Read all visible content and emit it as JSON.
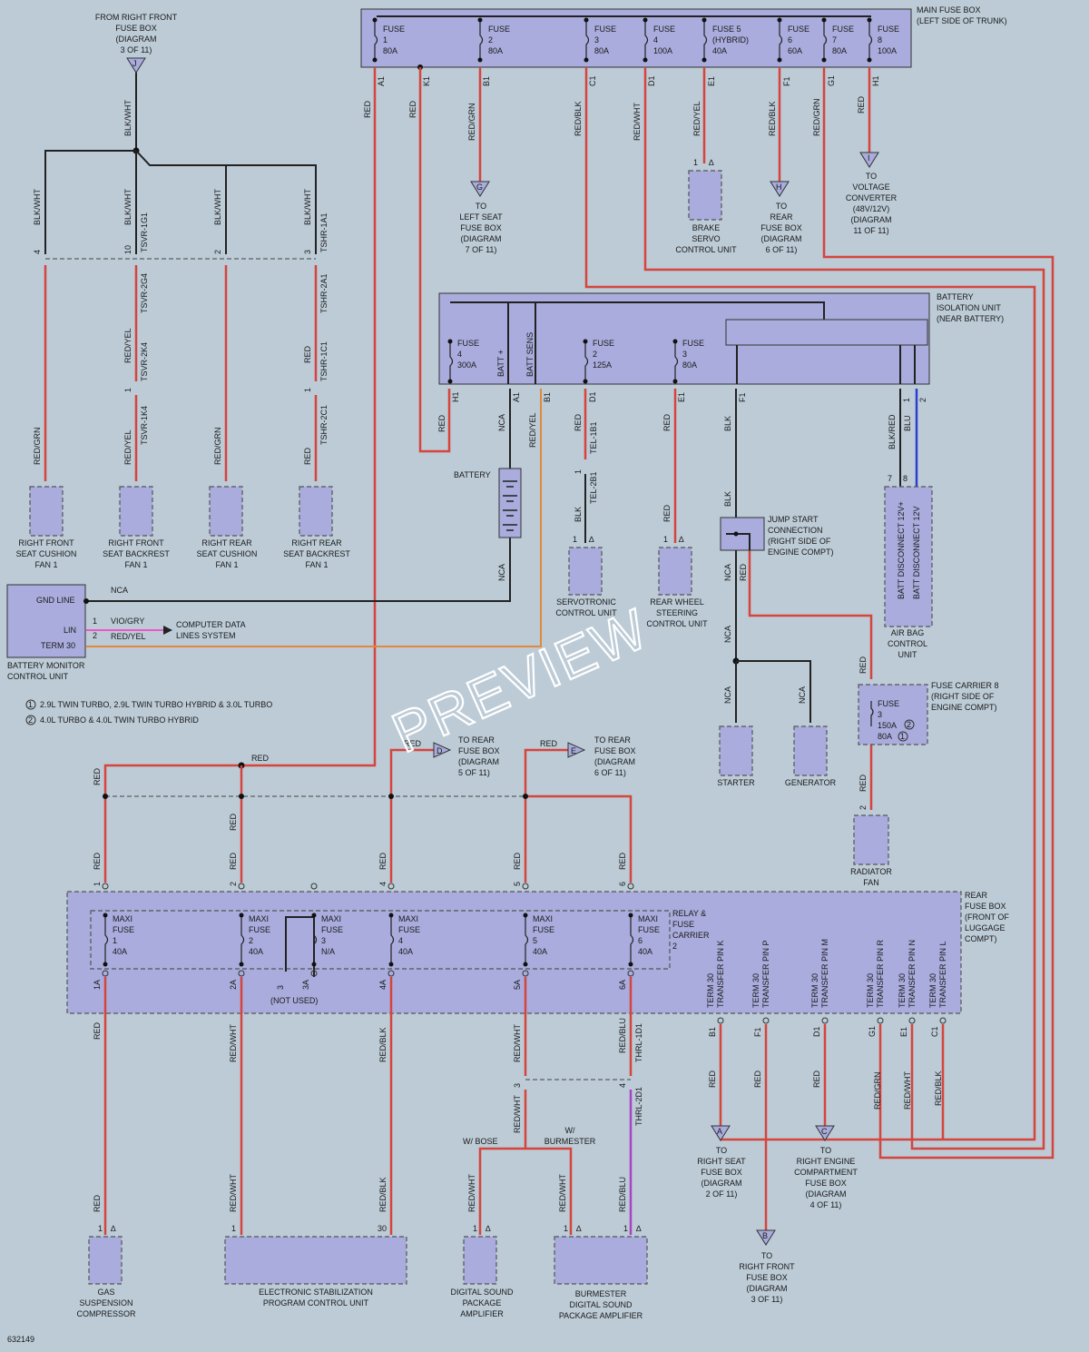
{
  "main_fuse_box": {
    "title": "MAIN FUSE BOX\n(LEFT SIDE OF TRUNK)",
    "fuses": [
      {
        "name": "FUSE\n1",
        "rating": "80A",
        "pin": "A1",
        "wire": "RED"
      },
      {
        "name": "FUSE\n2",
        "rating": "80A",
        "pin": "B1",
        "wire": "RED/GRN"
      },
      {
        "name": "FUSE\n3",
        "rating": "80A",
        "pin": "C1",
        "wire": "RED/BLK"
      },
      {
        "name": "FUSE\n4",
        "rating": "100A",
        "pin": "D1",
        "wire": "RED/WHT"
      },
      {
        "name": "FUSE 5\n(HYBRID)",
        "rating": "40A",
        "pin": "E1",
        "wire": "RED/YEL"
      },
      {
        "name": "FUSE\n6",
        "rating": "60A",
        "pin": "F1",
        "wire": "RED/BLK"
      },
      {
        "name": "FUSE\n7",
        "rating": "80A",
        "pin": "G1",
        "wire": "RED/GRN"
      },
      {
        "name": "FUSE\n8",
        "rating": "100A",
        "pin": "H1",
        "wire": "RED"
      }
    ],
    "k1_pin": "K1",
    "k1_wire": "RED"
  },
  "top_left": {
    "source": "FROM RIGHT FRONT\nFUSE BOX\n(DIAGRAM\n3 OF 11)",
    "source_flag": "J",
    "wire": "BLK/WHT",
    "branch_wires": [
      "BLK/WHT",
      "BLK/WHT",
      "BLK/WHT",
      "BLK/WHT"
    ],
    "pins": [
      "4",
      "10",
      "2",
      "3"
    ],
    "connectors": [
      "TSVR-1G1",
      "TSVR-2G4",
      "TSVR-2K4",
      "TSVR-1K4",
      "TSHR-1A1",
      "TSHR-2A1",
      "TSHR-1C1",
      "TSHR-2C1"
    ],
    "lower_wires": [
      "RED/GRN",
      "RED/YEL",
      "RED/YEL",
      "RED/GRN",
      "RED",
      "RED"
    ],
    "pin_1": "1",
    "fans": [
      "RIGHT FRONT\nSEAT CUSHION\nFAN 1",
      "RIGHT FRONT\nSEAT BACKREST\nFAN 1",
      "RIGHT REAR\nSEAT CUSHION\nFAN 1",
      "RIGHT REAR\nSEAT BACKREST\nFAN 1"
    ]
  },
  "left_seat": {
    "flag": "G",
    "label": "TO\nLEFT SEAT\nFUSE BOX\n(DIAGRAM\n7 OF 11)"
  },
  "brake": {
    "label": "BRAKE\nSERVO\nCONTROL UNIT",
    "pin_a": "1",
    "pin_b": "∆"
  },
  "rear_fuse_h": {
    "flag": "H",
    "label": "TO\nREAR\nFUSE BOX\n(DIAGRAM\n6 OF 11)"
  },
  "voltage_conv": {
    "flag": "I",
    "label": "TO\nVOLTAGE\nCONVERTER\n(48V/12V)\n(DIAGRAM\n11 OF 11)"
  },
  "bat_isolation": {
    "title": "BATTERY\nISOLATION UNIT\n(NEAR BATTERY)",
    "fuses": [
      {
        "name": "FUSE\n4",
        "rating": "300A",
        "pin": "H1",
        "wire": "RED"
      },
      {
        "name": "FUSE\n2",
        "rating": "125A",
        "pin": "D1",
        "wire": "RED"
      },
      {
        "name": "FUSE\n3",
        "rating": "80A",
        "pin": "E1",
        "wire": "RED"
      }
    ],
    "batt_plus": "BATT +",
    "batt_sens": "BATT SENS",
    "pins": [
      "A1",
      "B1",
      "F1",
      "1",
      "2"
    ],
    "wires": [
      "NCA",
      "RED/YEL",
      "BLK",
      "BLK/RED",
      "BLU"
    ]
  },
  "battery": {
    "label": "BATTERY",
    "wire_below": "NCA"
  },
  "tel": {
    "conn_a": "TEL-1B1",
    "conn_b": "TEL-2B1",
    "pin": "1",
    "wire": "BLK"
  },
  "servotronic": {
    "label": "SERVOTRONIC\nCONTROL UNIT",
    "pin_a": "1",
    "pin_b": "∆"
  },
  "rear_wheel": {
    "label": "REAR WHEEL\nSTEERING\nCONTROL UNIT",
    "wire": "RED",
    "pin_a": "1",
    "pin_b": "∆"
  },
  "jump_start": {
    "label": "JUMP START\nCONNECTION\n(RIGHT SIDE OF\nENGINE COMPT)",
    "wire_top": "BLK",
    "wires_below": [
      "NCA",
      "RED"
    ]
  },
  "airbag": {
    "label": "AIR BAG\nCONTROL\nUNIT",
    "pins": [
      "7",
      "8"
    ],
    "text_a": "BATT DISCONNECT 12V+",
    "text_b": "BATT DISCONNECT 12V"
  },
  "fuse_carrier8": {
    "label": "FUSE CARRIER 8\n(RIGHT SIDE OF\nENGINE COMPT)",
    "fuse": "FUSE\n3",
    "r1": "150A",
    "r2": "80A",
    "n1": "2",
    "n2": "1",
    "wire_in": "RED",
    "wire_out": "RED",
    "pin": "2"
  },
  "radiator": {
    "label": "RADIATOR\nFAN"
  },
  "starter": {
    "label": "STARTER",
    "wire": "NCA"
  },
  "generator": {
    "label": "GENERATOR",
    "wire": "NCA"
  },
  "battery_monitor": {
    "label": "BATTERY MONITOR\nCONTROL UNIT",
    "pins": [
      "GND LINE",
      "LIN",
      "TERM 30"
    ],
    "pin_nums": [
      "1",
      "2"
    ],
    "wires": [
      "NCA",
      "VIO/GRY",
      "RED/YEL"
    ],
    "data_lines": "COMPUTER DATA\nLINES SYSTEM"
  },
  "notes": [
    {
      "num": "1",
      "text": "2.9L TWIN TURBO, 2.9L TWIN TURBO HYBRID & 3.0L TURBO"
    },
    {
      "num": "2",
      "text": "4.0L TURBO & 4.0L TWIN TURBO HYBRID"
    }
  ],
  "rear_links": [
    {
      "flag": "D",
      "label": "TO REAR\nFUSE BOX\n(DIAGRAM\n5 OF 11)",
      "wire": "RED"
    },
    {
      "flag": "E",
      "label": "TO REAR\nFUSE BOX\n(DIAGRAM\n6 OF 11)",
      "wire": "RED"
    }
  ],
  "top_red": "RED",
  "rear_fuse_box": {
    "title": "REAR\nFUSE BOX\n(FRONT OF\nLUGGAGE\nCOMPT)",
    "relay": "RELAY &\nFUSE\nCARRIER\n2",
    "inputs": [
      "1",
      "2",
      "4",
      "5",
      "6"
    ],
    "input_wires": [
      "RED",
      "RED",
      "RED",
      "RED",
      "RED"
    ],
    "maxi": [
      {
        "name": "MAXI\nFUSE\n1",
        "rating": "40A",
        "out": "1A"
      },
      {
        "name": "MAXI\nFUSE\n2",
        "rating": "40A",
        "out": "2A"
      },
      {
        "name": "MAXI\nFUSE\n3",
        "rating": "N/A",
        "out": "3A"
      },
      {
        "name": "MAXI\nFUSE\n4",
        "rating": "40A",
        "out": "4A"
      },
      {
        "name": "MAXI\nFUSE\n5",
        "rating": "40A",
        "out": "5A"
      },
      {
        "name": "MAXI\nFUSE\n6",
        "rating": "40A",
        "out": "6A"
      }
    ],
    "pin_3": "3",
    "not_used": "(NOT USED)",
    "term30": [
      {
        "label": "TERM 30\nTRANSFER PIN K",
        "pin": "B1",
        "wire": "RED"
      },
      {
        "label": "TERM 30\nTRANSFER PIN P",
        "pin": "F1",
        "wire": "RED"
      },
      {
        "label": "TERM 30\nTRANSFER PIN M",
        "pin": "D1",
        "wire": "RED"
      },
      {
        "label": "TERM 30\nTRANSFER PIN R",
        "pin": "G1",
        "wire": "RED/GRN"
      },
      {
        "label": "TERM 30\nTRANSFER PIN N",
        "pin": "E1",
        "wire": "RED/WHT"
      },
      {
        "label": "TERM 30\nTRANSFER PIN L",
        "pin": "C1",
        "wire": "RED/BLK"
      }
    ]
  },
  "bottom": {
    "gas": {
      "label": "GAS\nSUSPENSION\nCOMPRESSOR",
      "wire": "RED",
      "pins": [
        "1",
        "∆"
      ]
    },
    "esp": {
      "label": "ELECTRONIC STABILIZATION\nPROGRAM CONTROL UNIT",
      "wire": "RED/WHT",
      "wire2": "RED/BLK",
      "pins": [
        "1",
        "30"
      ]
    },
    "dsp": {
      "label": "DIGITAL SOUND\nPACKAGE\nAMPLIFIER",
      "wire": "RED/WHT",
      "pins": [
        "1",
        "∆"
      ]
    },
    "burm": {
      "label": "BURMESTER\nDIGITAL SOUND\nPACKAGE AMPLIFIER",
      "wire": "RED/WHT",
      "wire2": "RED/BLU",
      "pins": [
        "1",
        "∆",
        "1",
        "∆"
      ]
    },
    "w_bose": "W/ BOSE",
    "w_burm": "W/\nBURMESTER",
    "split_wire": "RED/WHT",
    "split_pins": [
      "3",
      "4"
    ],
    "thrl": [
      "THRL-1D1",
      "THRL-2D1"
    ],
    "wire_1a": "RED",
    "wire_4a": "RED/BLK",
    "wire_6a": "RED/BLU",
    "to_a": {
      "flag": "A",
      "label": "TO\nRIGHT SEAT\nFUSE BOX\n(DIAGRAM\n2 OF 11)"
    },
    "to_c": {
      "flag": "C",
      "label": "TO\nRIGHT ENGINE\nCOMPARTMENT\nFUSE BOX\n(DIAGRAM\n4 OF 11)"
    },
    "to_b": {
      "flag": "B",
      "label": "TO\nRIGHT FRONT\nFUSE BOX\n(DIAGRAM\n3 OF 11)"
    }
  },
  "diagram_id": "632149",
  "watermark": "PREVIEW"
}
